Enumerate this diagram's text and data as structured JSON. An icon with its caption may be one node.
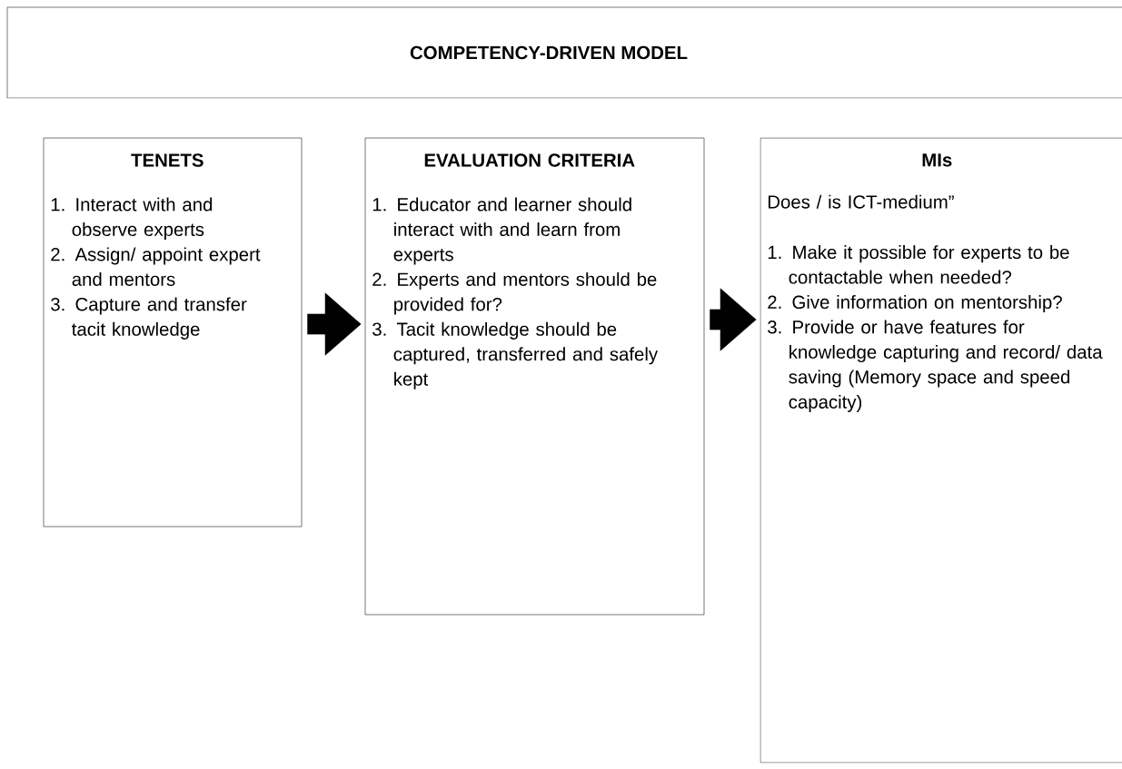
{
  "diagram": {
    "nodes": [
      {
        "text": [
          "COMPETENCY-DRIVEN MODEL"
        ]
      },
      {
        "text": [
          "TENETS",
          "1. Interact with and observe experts",
          "2. Assign/ appoint expert and mentors",
          "3. Capture and transfer tacit knowledge"
        ]
      },
      {
        "text": [
          "EVALUATION CRITERIA",
          "1. Educator and learner should interact with and learn from experts",
          "2. Experts and mentors should be provided for?",
          "3. Tacit knowledge should be captured, transferred and safely kept"
        ]
      },
      {
        "text": [
          "MIs",
          "Does / is ICT-medium”",
          "1. Make it possible for experts to be contactable when needed?",
          "2. Give information on mentorship?",
          "3. Provide or have features for knowledge capturing and record/ data saving (Memory space and speed capacity)"
        ]
      }
    ],
    "edges": [
      {
        "from": 1,
        "to": 2,
        "arrow": "to"
      },
      {
        "from": 2,
        "to": 3,
        "arrow": "to"
      }
    ]
  }
}
